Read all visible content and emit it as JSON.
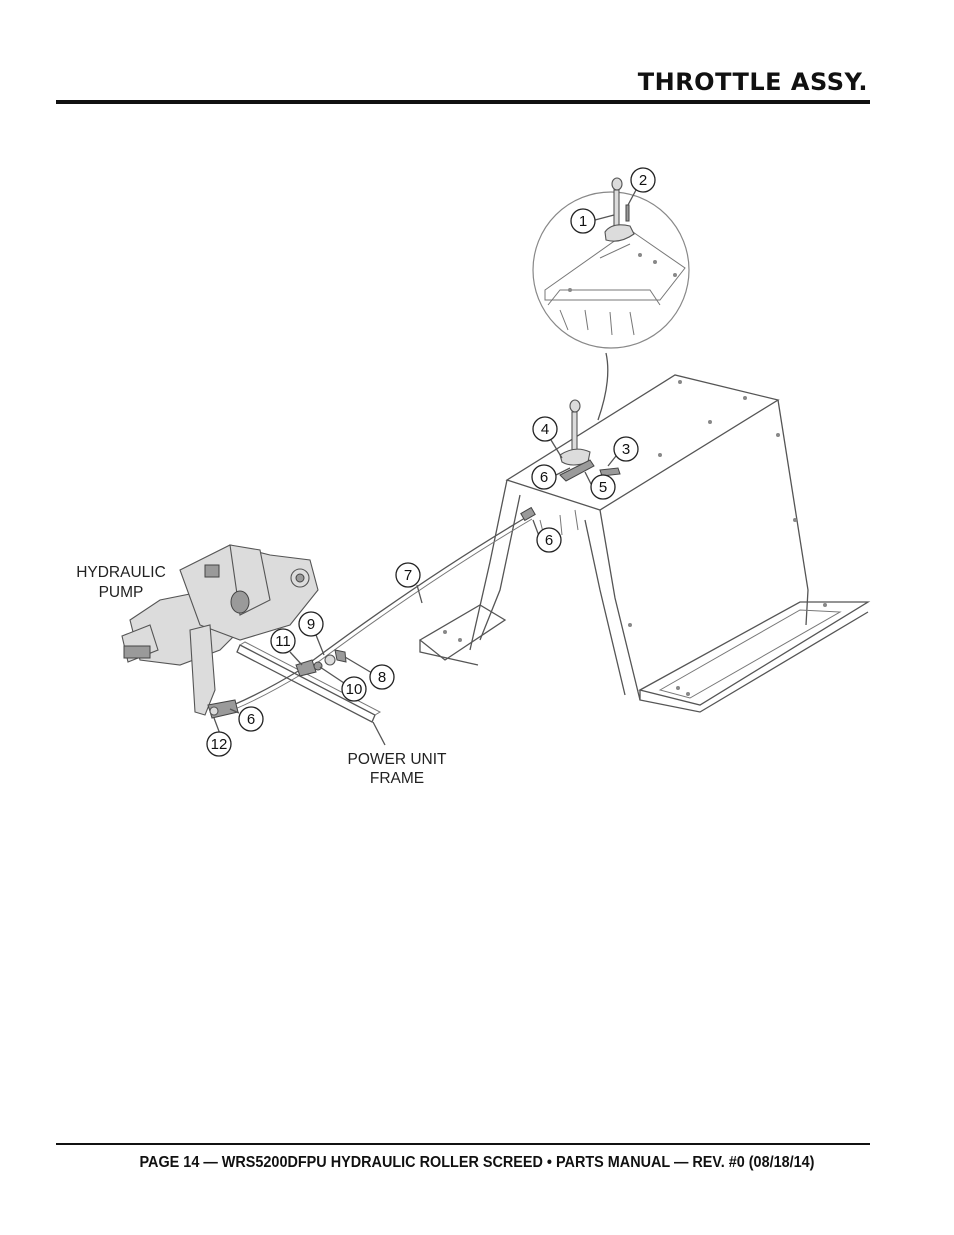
{
  "header": {
    "title": "THROTTLE ASSY."
  },
  "labels": {
    "hydraulic_pump_line1": "HYDRAULIC",
    "hydraulic_pump_line2": "PUMP",
    "power_unit_line1": "POWER UNIT",
    "power_unit_line2": "FRAME"
  },
  "callouts": {
    "c1": "1",
    "c2": "2",
    "c3": "3",
    "c4": "4",
    "c5": "5",
    "c6a": "6",
    "c6b": "6",
    "c6c": "6",
    "c7": "7",
    "c8": "8",
    "c9": "9",
    "c10": "10",
    "c11": "11",
    "c12": "12"
  },
  "footer": {
    "text": "PAGE 14 — WRS5200DFPU HYDRAULIC ROLLER SCREED • PARTS MANUAL  — REV. #0 (08/18/14)"
  }
}
